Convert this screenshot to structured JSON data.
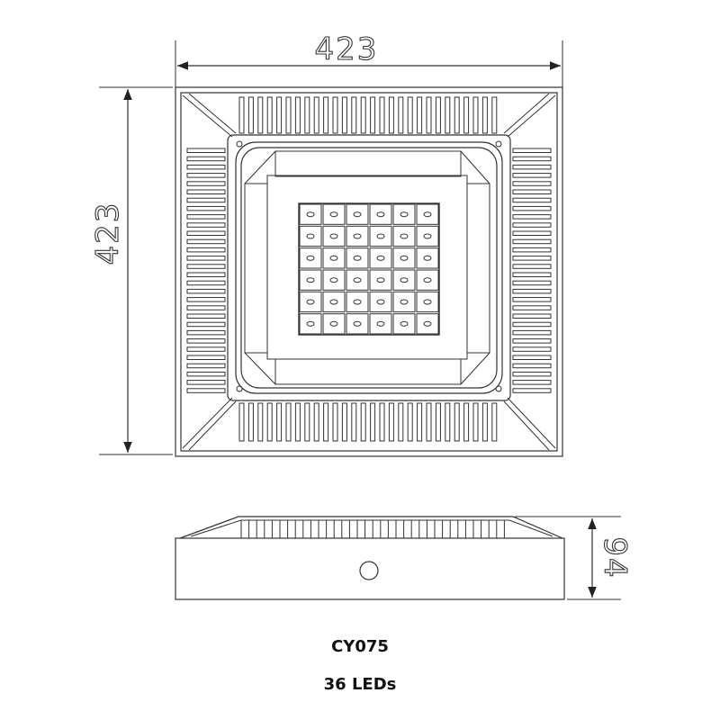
{
  "dimensions": {
    "width_label": "423",
    "height_label": "423",
    "depth_label": "94"
  },
  "caption": {
    "model": "CY075",
    "led_count": "36 LEDs"
  },
  "led_grid": {
    "rows": 6,
    "cols": 6
  },
  "colors": {
    "line": "#333333",
    "background": "#ffffff"
  }
}
